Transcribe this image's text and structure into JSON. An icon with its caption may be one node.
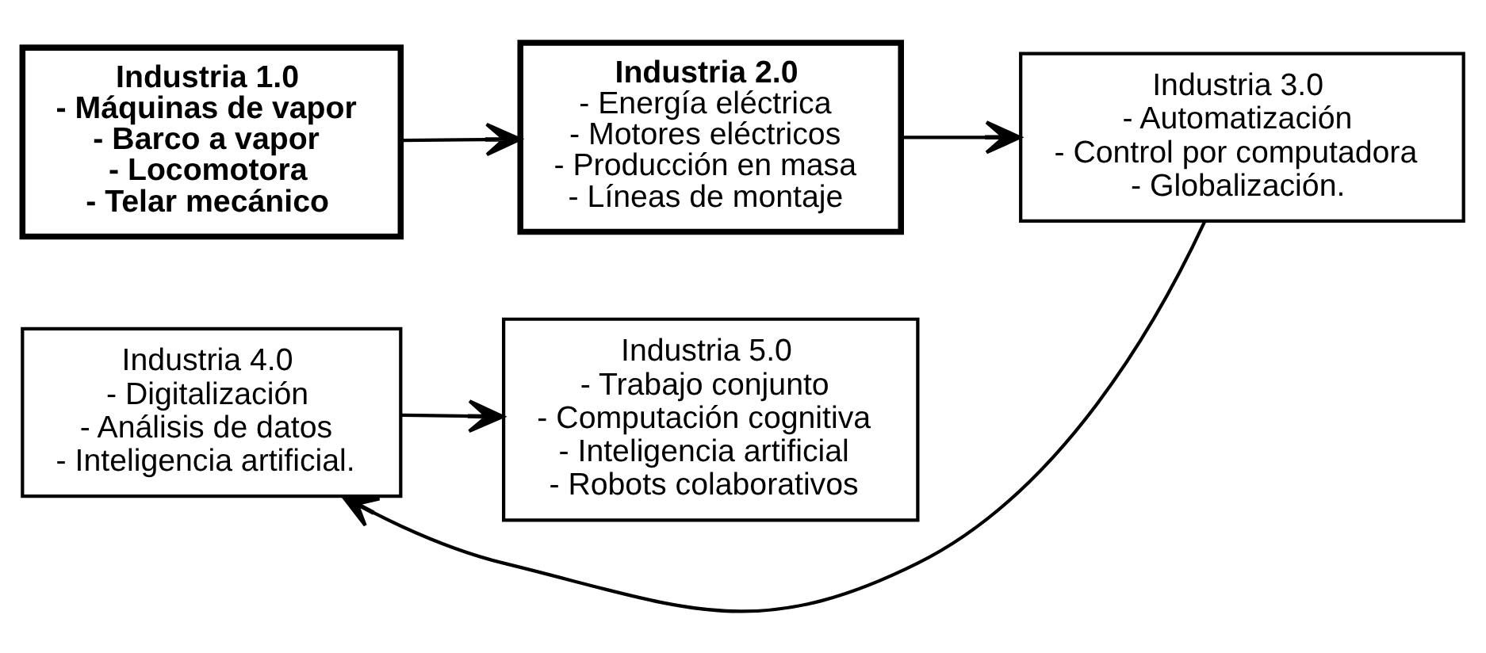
{
  "diagram": {
    "nodes": [
      {
        "text": [
          "Industria 1.0",
          "- Máquinas de vapor",
          "- Barco a vapor",
          "- Locomotora",
          "- Telar mecánico"
        ]
      },
      {
        "text": [
          "Industria 2.0",
          "- Energía eléctrica",
          "- Motores eléctricos",
          "- Producción en masa",
          "- Líneas de montaje"
        ]
      },
      {
        "text": [
          "Industria 3.0",
          "- Automatización",
          "- Control por computadora",
          "- Globalización."
        ]
      },
      {
        "text": [
          "Industria 4.0",
          "- Digitalización",
          "- Análisis de datos",
          "- Inteligencia artificial."
        ]
      },
      {
        "text": [
          "Industria 5.0",
          "- Trabajo conjunto",
          "- Computación cognitiva",
          "- Inteligencia artificial",
          "- Robots colaborativos"
        ]
      }
    ],
    "edges": [
      {
        "from": 0,
        "to": 1,
        "arrow": "to"
      },
      {
        "from": 1,
        "to": 2,
        "arrow": "to"
      },
      {
        "from": 2,
        "to": 3,
        "arrow": "to"
      },
      {
        "from": 3,
        "to": 4,
        "arrow": "to"
      }
    ]
  }
}
